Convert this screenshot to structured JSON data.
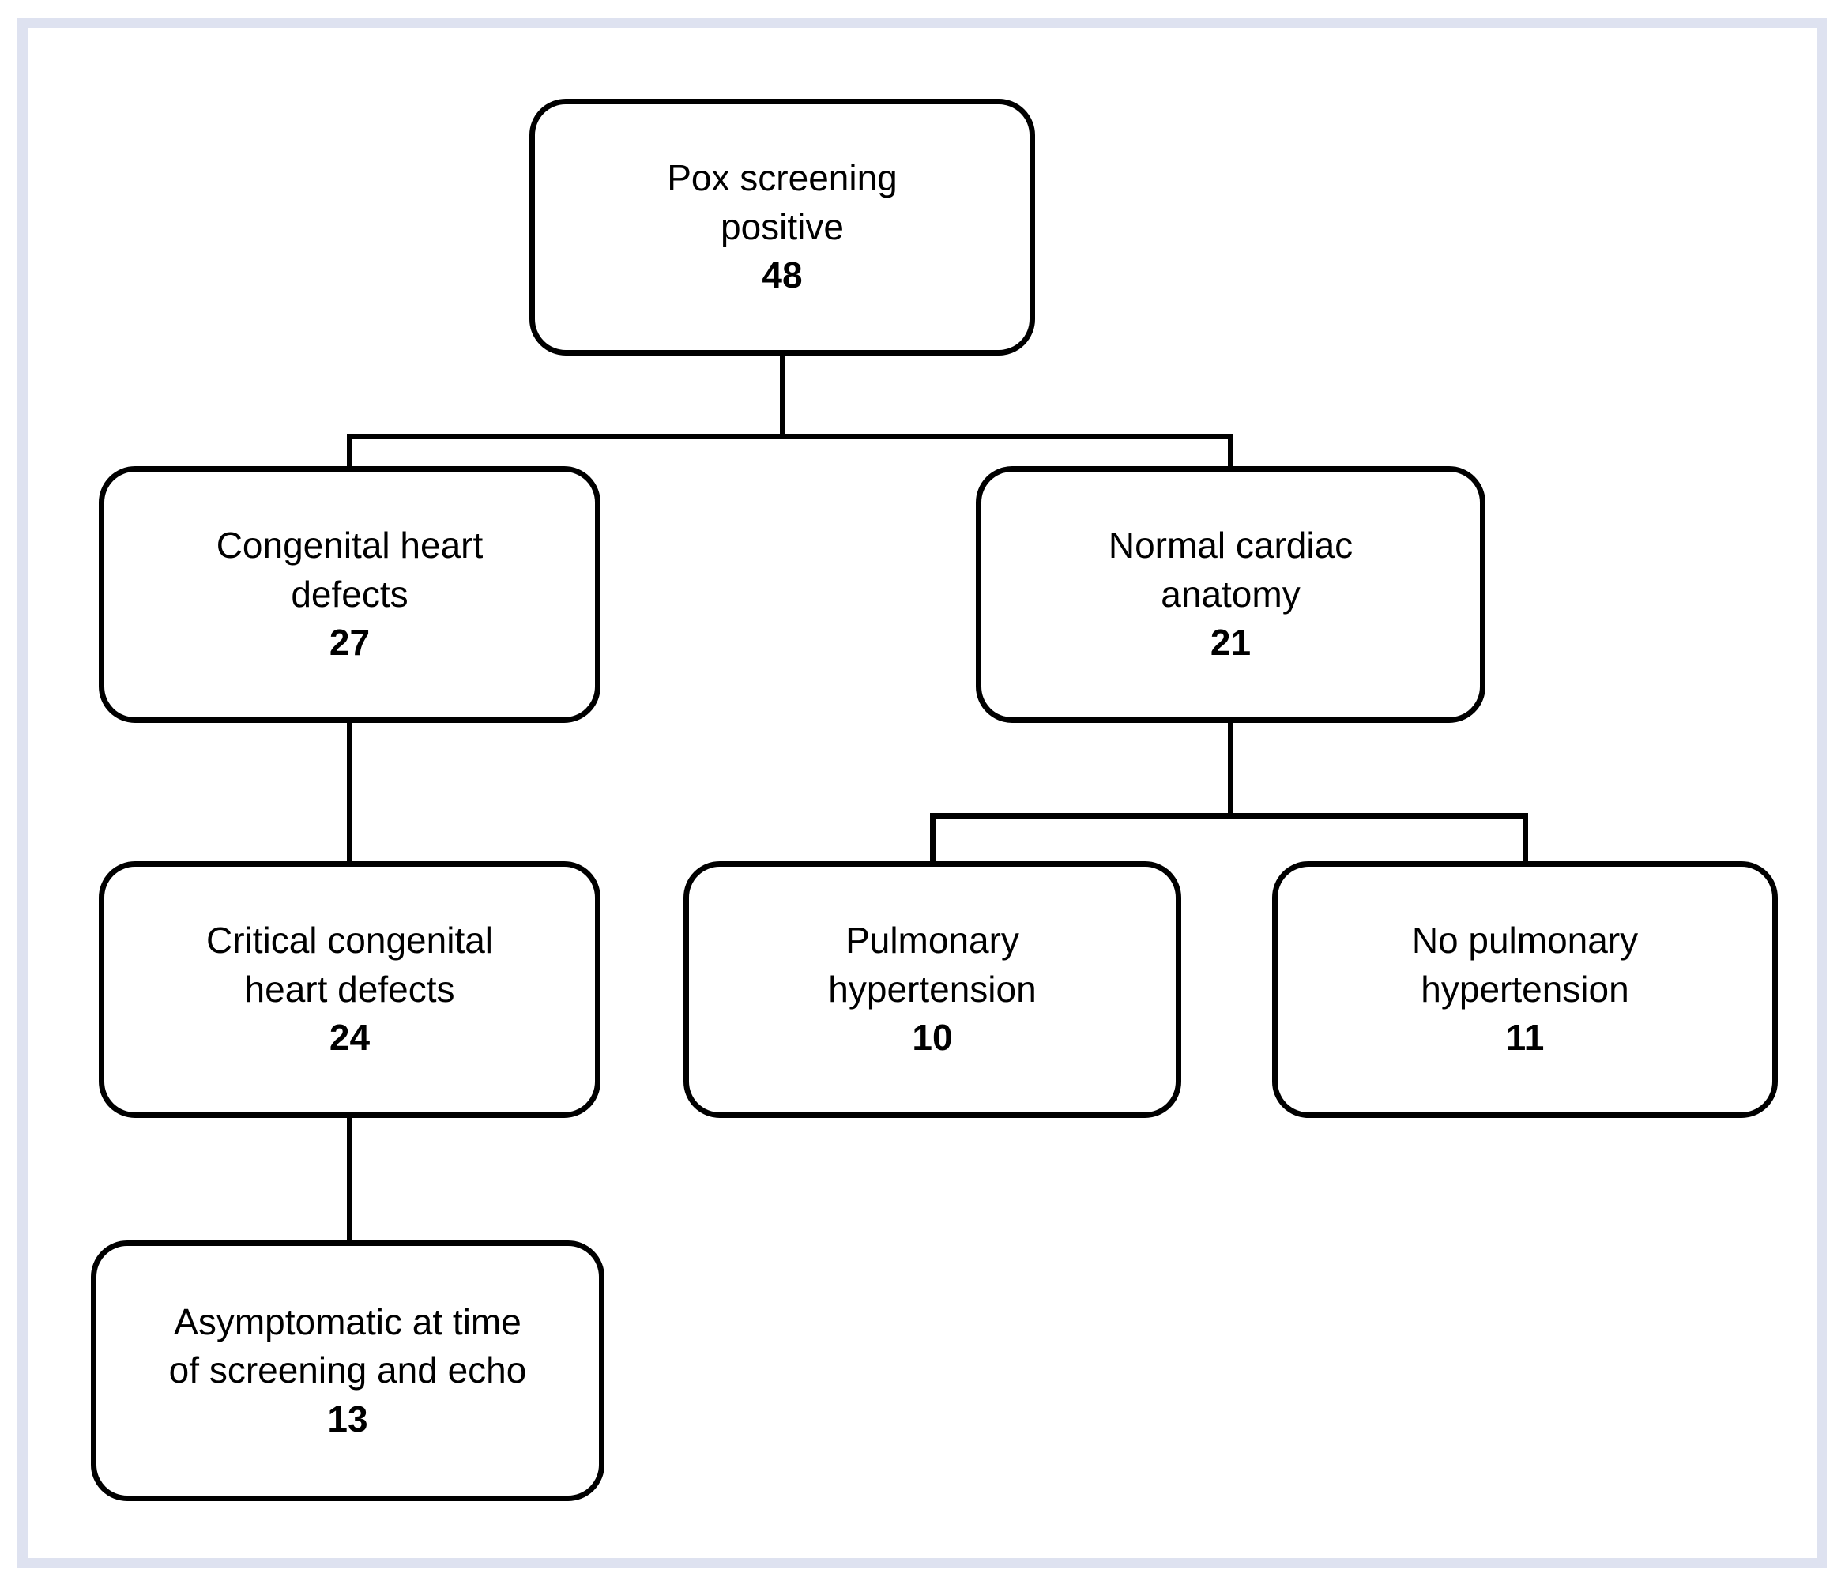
{
  "styles": {
    "frame_color": "#dee2f0",
    "box_fill": "#ffffff",
    "box_border_color": "#000000",
    "line_color": "#000000",
    "text_color": "#000000"
  },
  "flowchart": {
    "nodes": [
      {
        "id": "pox-screening-positive",
        "label_lines": [
          "Pox screening",
          "positive"
        ],
        "count": "48"
      },
      {
        "id": "congenital-heart-defects",
        "label_lines": [
          "Congenital heart",
          "defects"
        ],
        "count": "27"
      },
      {
        "id": "normal-cardiac-anatomy",
        "label_lines": [
          "Normal cardiac",
          "anatomy"
        ],
        "count": "21"
      },
      {
        "id": "critical-congenital-heart-defects",
        "label_lines": [
          "Critical congenital",
          "heart defects"
        ],
        "count": "24"
      },
      {
        "id": "pulmonary-hypertension",
        "label_lines": [
          "Pulmonary",
          "hypertension"
        ],
        "count": "10"
      },
      {
        "id": "no-pulmonary-hypertension",
        "label_lines": [
          "No pulmonary",
          "hypertension"
        ],
        "count": "11"
      },
      {
        "id": "asymptomatic-at-screening-and-echo",
        "label_lines": [
          "Asymptomatic at time",
          "of screening and echo"
        ],
        "count": "13"
      }
    ],
    "edges": [
      {
        "from": "pox-screening-positive",
        "to": "congenital-heart-defects"
      },
      {
        "from": "pox-screening-positive",
        "to": "normal-cardiac-anatomy"
      },
      {
        "from": "congenital-heart-defects",
        "to": "critical-congenital-heart-defects"
      },
      {
        "from": "critical-congenital-heart-defects",
        "to": "asymptomatic-at-screening-and-echo"
      },
      {
        "from": "normal-cardiac-anatomy",
        "to": "pulmonary-hypertension"
      },
      {
        "from": "normal-cardiac-anatomy",
        "to": "no-pulmonary-hypertension"
      }
    ]
  }
}
